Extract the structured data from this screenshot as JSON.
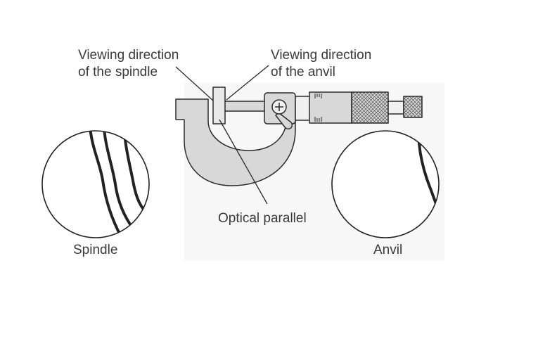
{
  "labels": {
    "spindle_view_line1": "Viewing direction",
    "spindle_view_line2": "of the spindle",
    "anvil_view_line1": "Viewing direction",
    "anvil_view_line2": "of the anvil",
    "optical_parallel": "Optical parallel",
    "spindle": "Spindle",
    "anvil": "Anvil"
  },
  "colors": {
    "body_fill": "#d9d8d8",
    "outline": "#2a2a2a",
    "fringe": "#222222",
    "background_panel": "#f7f7f7"
  }
}
